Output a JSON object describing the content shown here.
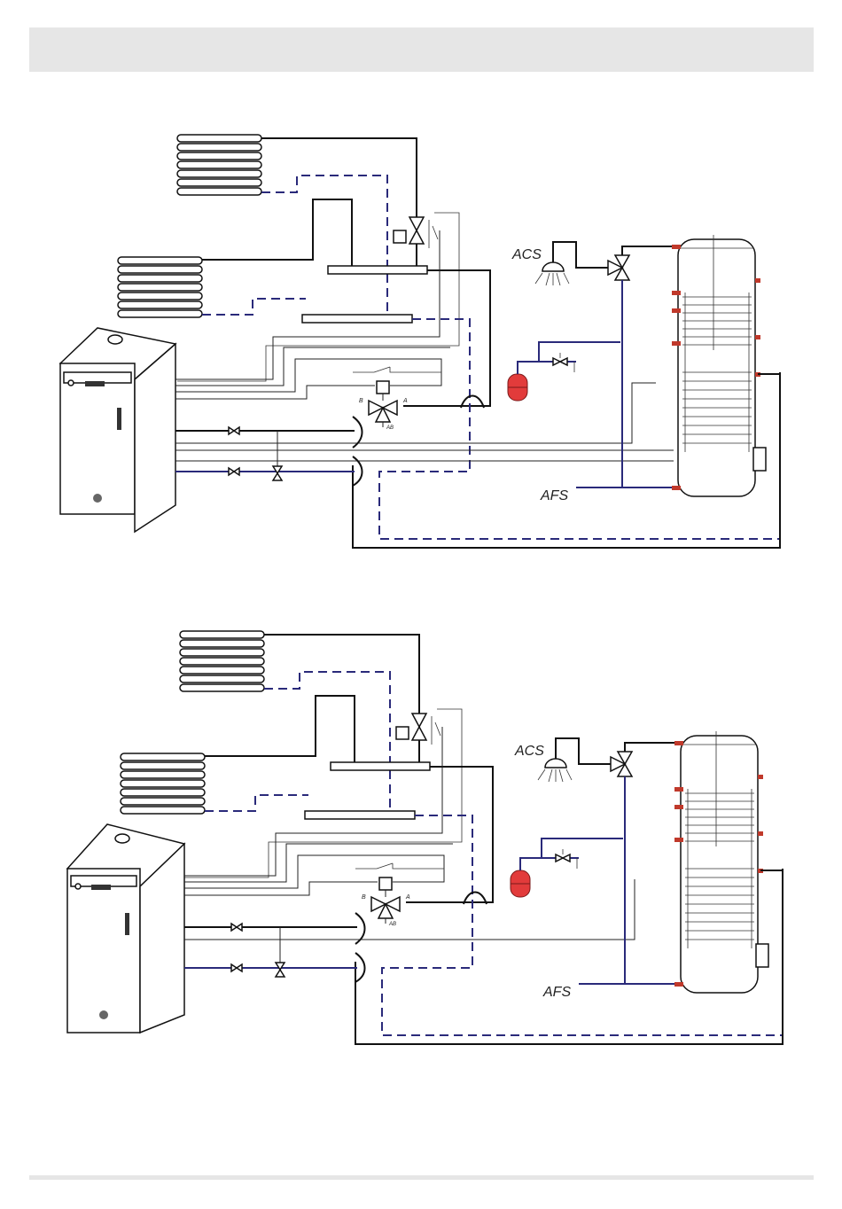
{
  "labels": {
    "acs": "ACS",
    "afs": "AFS",
    "valve_port_a": "A",
    "valve_port_b": "B",
    "valve_port_ab": "AB"
  },
  "colors": {
    "flow_pipe": "#111111",
    "return_pipe": "#2a2a7a",
    "expansion_vessel": "#e23b3b",
    "tank_fittings": "#c0392b",
    "header_bar": "#e6e6e6"
  },
  "icons": [
    "radiator-icon",
    "boiler-icon",
    "three-way-valve-icon",
    "shower-icon",
    "expansion-vessel-icon",
    "hot-water-tank-icon",
    "gate-valve-icon",
    "safety-valve-icon"
  ]
}
